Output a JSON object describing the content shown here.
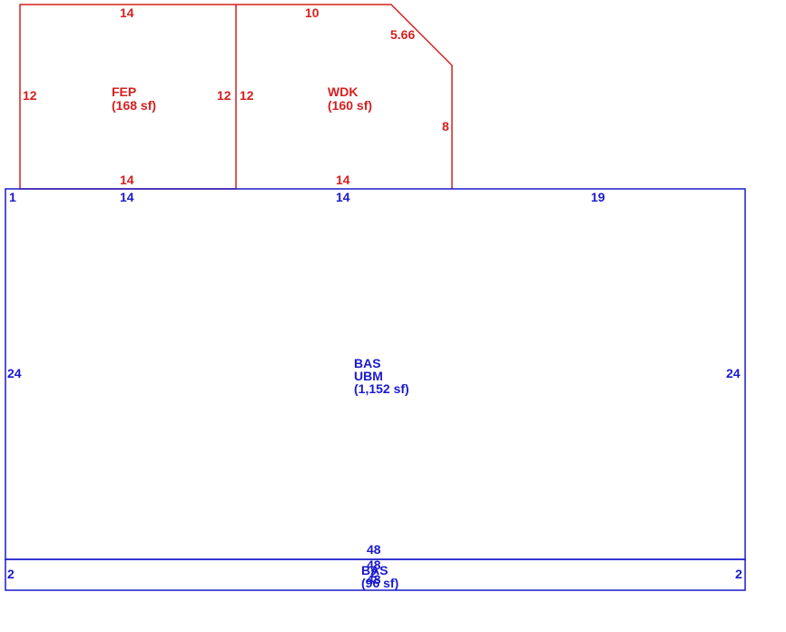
{
  "colors": {
    "addition": "#d42020",
    "base": "#1a1acc"
  },
  "fep": {
    "code": "FEP",
    "area": "(168 sf)",
    "dims": {
      "top": "14",
      "left": "12",
      "right": "12",
      "bottom": "14"
    }
  },
  "wdk": {
    "code": "WDK",
    "area": "(160 sf)",
    "dims": {
      "left": "12",
      "top": "10",
      "diagonal": "5.66",
      "right": "8",
      "bottom": "14"
    }
  },
  "bas": {
    "code": "BAS",
    "sub": "UBM",
    "area": "(1,152 sf)",
    "dims": {
      "corner": "1",
      "top_a": "14",
      "top_b": "14",
      "top_c": "19",
      "left": "24",
      "right": "24",
      "bottom": "48"
    }
  },
  "bas2": {
    "code": "BAS",
    "area": "(96 sf)",
    "overlap_dims": [
      "48",
      "2",
      "48"
    ],
    "dims": {
      "left": "2",
      "right": "2"
    }
  }
}
